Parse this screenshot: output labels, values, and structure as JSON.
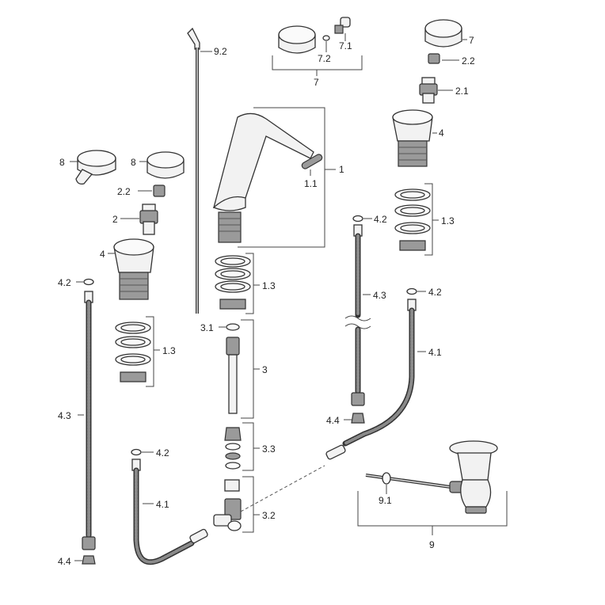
{
  "labels": {
    "l_9_2": "9.2",
    "l_7_1": "7.1",
    "l_7_2": "7.2",
    "l_7_group": "7",
    "l_7_right": "7",
    "l_2_2_right": "2.2",
    "l_2_1": "2.1",
    "l_4_right": "4",
    "l_1": "1",
    "l_1_1": "1.1",
    "l_8_a": "8",
    "l_8_b": "8",
    "l_2_2_left": "2.2",
    "l_2": "2",
    "l_4_left": "4",
    "l_1_3_center": "1.3",
    "l_1_3_right": "1.3",
    "l_1_3_left": "1.3",
    "l_4_2_a": "4.2",
    "l_4_2_b": "4.2",
    "l_4_2_c": "4.2",
    "l_4_2_d": "4.2",
    "l_4_3_a": "4.3",
    "l_4_3_b": "4.3",
    "l_3_1": "3.1",
    "l_3": "3",
    "l_4_1_a": "4.1",
    "l_4_1_b": "4.1",
    "l_4_4_a": "4.4",
    "l_4_4_b": "4.4",
    "l_3_3": "3.3",
    "l_3_2": "3.2",
    "l_9_1": "9.1",
    "l_9": "9"
  }
}
